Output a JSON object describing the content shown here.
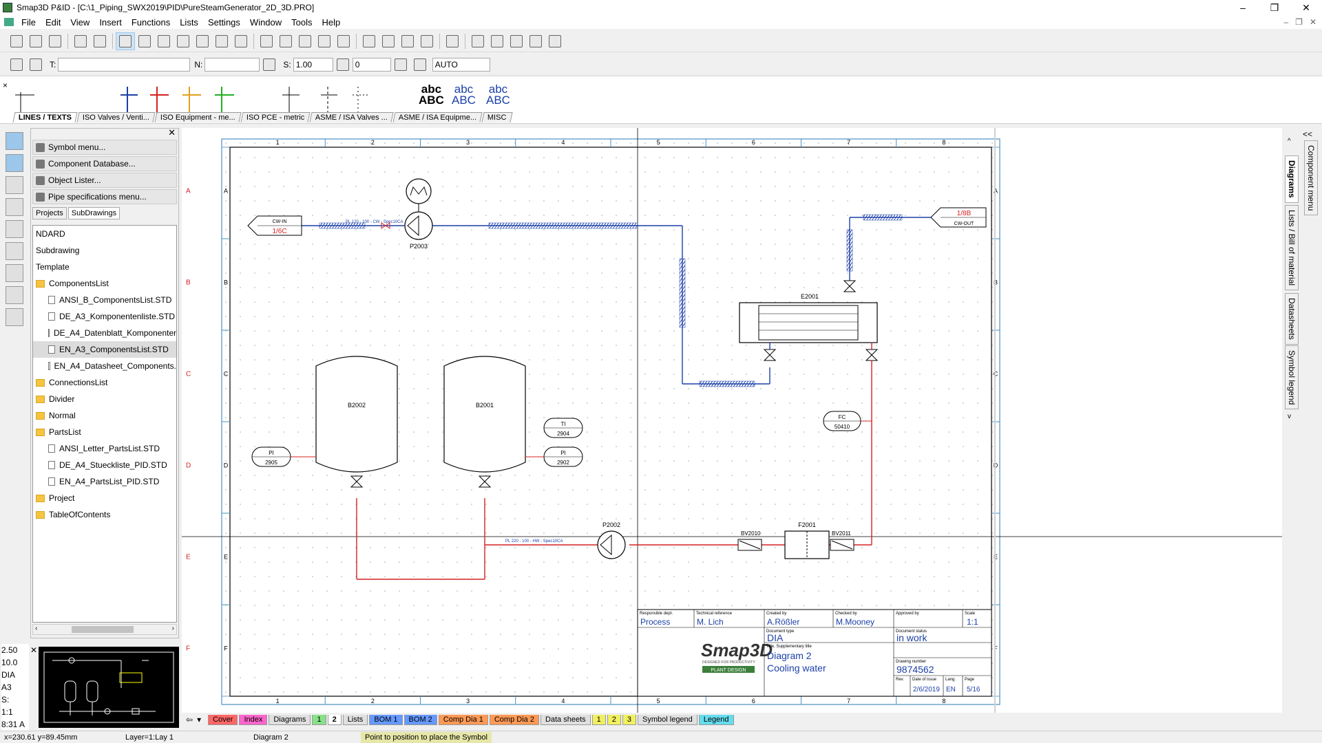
{
  "window": {
    "title": "Smap3D P&ID - [C:\\1_Piping_SWX2019\\PID\\PureSteamGenerator_2D_3D.PRO]",
    "controls": [
      "–",
      "❐",
      "✕"
    ]
  },
  "menu": {
    "items": [
      "File",
      "Edit",
      "View",
      "Insert",
      "Functions",
      "Lists",
      "Settings",
      "Window",
      "Tools",
      "Help"
    ]
  },
  "toolbar2": {
    "t_label": "T:",
    "t_value": "",
    "n_label": "N:",
    "n_value": "",
    "s_label": "S:",
    "s_value": "1.00",
    "angle_value": "0",
    "auto_value": "AUTO"
  },
  "symbol_ribbon": {
    "text_samples": [
      "abc\nABC",
      "abc\nABC",
      "abc\nABC"
    ],
    "tabs": [
      "LINES / TEXTS",
      "ISO Valves / Venti...",
      "ISO Equipment - me...",
      "ISO PCE - metric",
      "ASME / ISA Valves ...",
      "ASME / ISA Equipme...",
      "MISC"
    ]
  },
  "side_panel": {
    "menu_entries": [
      "Symbol menu...",
      "Component Database...",
      "Object Lister...",
      "Pipe specifications menu..."
    ],
    "tabs": [
      "Projects",
      "SubDrawings"
    ],
    "tree": [
      {
        "label": "NDARD",
        "type": "plain"
      },
      {
        "label": "Subdrawing",
        "type": "plain"
      },
      {
        "label": "Template",
        "type": "plain"
      },
      {
        "label": "ComponentsList",
        "type": "folder"
      },
      {
        "label": "ANSI_B_ComponentsList.STD",
        "type": "file"
      },
      {
        "label": "DE_A3_Komponentenliste.STD",
        "type": "file"
      },
      {
        "label": "DE_A4_Datenblatt_Komponenten",
        "type": "file"
      },
      {
        "label": "EN_A3_ComponentsList.STD",
        "type": "file",
        "selected": true
      },
      {
        "label": "EN_A4_Datasheet_Components.",
        "type": "file"
      },
      {
        "label": "ConnectionsList",
        "type": "folder"
      },
      {
        "label": "Divider",
        "type": "folder"
      },
      {
        "label": "Normal",
        "type": "folder"
      },
      {
        "label": "PartsList",
        "type": "folder"
      },
      {
        "label": "ANSI_Letter_PartsList.STD",
        "type": "file"
      },
      {
        "label": "DE_A4_Stueckliste_PID.STD",
        "type": "file"
      },
      {
        "label": "EN_A4_PartsList_PID.STD",
        "type": "file"
      },
      {
        "label": "Project",
        "type": "folder"
      },
      {
        "label": "TableOfContents",
        "type": "folder"
      }
    ]
  },
  "left_values": [
    "2.50",
    "10.0",
    "DIA",
    "A3",
    "S:",
    "1:1",
    "8:31 A"
  ],
  "drawing": {
    "grid_cols": [
      "1",
      "2",
      "3",
      "4",
      "5",
      "6",
      "7",
      "8"
    ],
    "grid_rows": [
      "A",
      "B",
      "C",
      "D",
      "E",
      "F"
    ],
    "components": {
      "p2003": "P2003",
      "p2002": "P2002",
      "b2002": "B2002",
      "b2001": "B2001",
      "e2001": "E2001",
      "f2001": "F2001",
      "bv2010": "BV2010",
      "bv2011": "BV2011",
      "pi2905_a": "PI",
      "pi2905_b": "2905",
      "ti2904_a": "TI",
      "ti2904_b": "2904",
      "pi2902_a": "PI",
      "pi2902_b": "2902",
      "fc_a": "FC",
      "fc_b": "50410",
      "cw_in_a": "CW-IN",
      "cw_in_b": "1/6C",
      "cw_out_a": "1/8B",
      "cw_out_b": "CW-OUT",
      "line_top": "PL 120 - 100 - CW - Spec10CA",
      "line_bottom": "PL 220 - 100 - HW - Spec10CA"
    },
    "title_block": {
      "responsible_dept_label": "Responsible dept.",
      "responsible_dept": "Process",
      "tech_ref_label": "Technical reference",
      "tech_ref": "M. Lich",
      "created_by_label": "Created by",
      "created_by": "A.Rößler",
      "checked_by_label": "Checked by",
      "checked_by": "M.Mooney",
      "approved_by_label": "Approved by",
      "approved_by": "",
      "scale_label": "Scale",
      "scale": "1:1",
      "logo": "Smap3D",
      "logo_tagline": "DESIGNED FOR PRODUCTIVITY",
      "logo_banner": "PLANT DESIGN",
      "doc_type_label": "Document type",
      "doc_type": "DIA",
      "doc_status_label": "Document status",
      "doc_status": "in work",
      "title_label": "Title, Supplementary title",
      "title1": "Diagram 2",
      "title2": "Cooling water",
      "drawing_number_label": "Drawing number",
      "drawing_number": "9874562",
      "rev_label": "Rev.",
      "date_label": "Date of issue",
      "date": "2/6/2019",
      "lang_label": "Lang.",
      "lang": "EN",
      "page_label": "Page",
      "page": "5/16"
    }
  },
  "sheet_tabs": [
    {
      "label": "Cover",
      "color": "#ff6666"
    },
    {
      "label": "Index",
      "color": "#ff66cc"
    },
    {
      "label": "Diagrams",
      "color": "#e0e0e0"
    },
    {
      "label": "1",
      "color": "#88e088"
    },
    {
      "label": "2",
      "color": "#88e088"
    },
    {
      "label": "Lists",
      "color": "#e0e0e0"
    },
    {
      "label": "BOM 1",
      "color": "#6699ff"
    },
    {
      "label": "BOM 2",
      "color": "#6699ff"
    },
    {
      "label": "Comp Dia 1",
      "color": "#ff9955"
    },
    {
      "label": "Comp Dia 2",
      "color": "#ff9955"
    },
    {
      "label": "Data sheets",
      "color": "#e0e0e0"
    },
    {
      "label": "1",
      "color": "#f0f060"
    },
    {
      "label": "2",
      "color": "#f0f060"
    },
    {
      "label": "3",
      "color": "#f0f060"
    },
    {
      "label": "Symbol legend",
      "color": "#e0e0e0"
    },
    {
      "label": "Legend",
      "color": "#66ddee"
    }
  ],
  "right_tabs": [
    "Diagrams",
    "Lists / Bill of material",
    "Datasheets",
    "Symbol legend",
    "Component menu"
  ],
  "status": {
    "coords": "x=230.61 y=89.45mm",
    "layer": "Layer=1:Lay 1",
    "sheet": "Diagram 2",
    "hint": "Point to position to place the Symbol"
  },
  "colors": {
    "pipe_blue": "#1a3fa8",
    "pipe_red": "#d42020",
    "frame_blue": "#4a90c0"
  }
}
